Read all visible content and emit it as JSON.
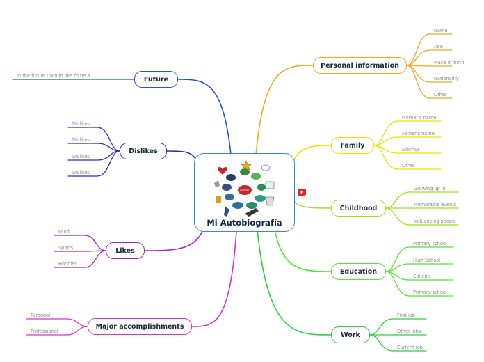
{
  "central": {
    "title": "Mi Autobiografía",
    "image_center_label": "Leader"
  },
  "colors": {
    "personal": "#f5a623",
    "family": "#e8e300",
    "childhood": "#9be31c",
    "education": "#4fe82a",
    "work": "#22d43a",
    "future": "#1f56d6",
    "dislikes": "#3a1fc9",
    "likes": "#a11fd6",
    "accomplishments": "#e82ad2",
    "central_border": "#2f8fc7",
    "youtube": "#e52020"
  },
  "topics": {
    "personal": {
      "label": "Personal information",
      "items": [
        "Name",
        "Age",
        "Place of birth",
        "Nationality",
        "Other"
      ]
    },
    "family": {
      "label": "Family",
      "items": [
        "Mother's name",
        "Father's name",
        "Siblings",
        "Other"
      ]
    },
    "childhood": {
      "label": "Childhood",
      "items": [
        "Growing up in",
        "Memorable events",
        "Influencing people"
      ],
      "icon": "youtube-icon"
    },
    "education": {
      "label": "Education",
      "items": [
        "Primary school",
        "High School",
        "College",
        "Primary school"
      ]
    },
    "work": {
      "label": "Work",
      "items": [
        "First job",
        "Other jobs",
        "Current job"
      ]
    },
    "future": {
      "label": "Future",
      "items": [
        "In the future I would like to be a....."
      ]
    },
    "dislikes": {
      "label": "Dislikes",
      "items": [
        "Dislikes",
        "Dislikes",
        "Dislikes",
        "Dislikes"
      ]
    },
    "likes": {
      "label": "Likes",
      "items": [
        "Food",
        "Sports",
        "Hobbies"
      ]
    },
    "accomplishments": {
      "label": "Major accomplishments",
      "items": [
        "Personal",
        "Professional"
      ]
    }
  }
}
